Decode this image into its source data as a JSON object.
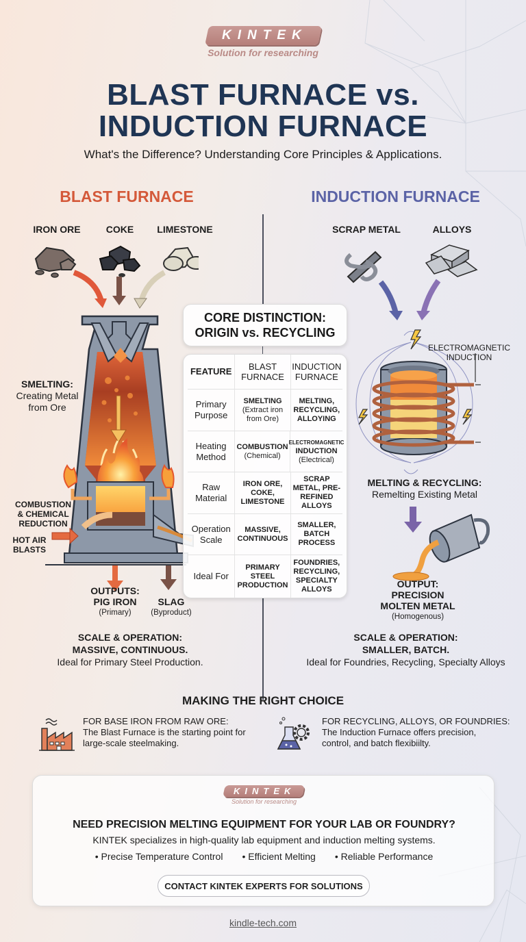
{
  "logo": {
    "brand": "KINTEK",
    "tagline": "Solution for researching"
  },
  "header": {
    "title_line1": "BLAST FURNACE vs.",
    "title_line2": "INDUCTION FURNACE",
    "subtitle": "What's the Difference? Understanding Core Principles & Applications."
  },
  "colors": {
    "title": "#1f3554",
    "blast_accent": "#d4593a",
    "induction_accent": "#5b63a6",
    "background_left": "#f9e7dc",
    "background_right": "#e6e8f1"
  },
  "blast": {
    "title": "BLAST FURNACE",
    "inputs": [
      "IRON ORE",
      "COKE",
      "LIMESTONE"
    ],
    "process_label": "SMELTING:",
    "process_desc_1": "Creating Metal",
    "process_desc_2": "from Ore",
    "combustion_1": "COMBUSTION",
    "combustion_2": "& CHEMICAL",
    "combustion_3": "REDUCTION",
    "hot_air_1": "HOT AIR",
    "hot_air_2": "BLASTS",
    "outputs_label": "OUTPUTS:",
    "output_primary": "PIG IRON",
    "output_primary_note": "(Primary)",
    "output_secondary": "SLAG",
    "output_secondary_note": "(Byproduct)",
    "scale_title": "SCALE & OPERATION:",
    "scale_value": "MASSIVE, CONTINUOUS.",
    "scale_note": "Ideal for Primary Steel Production."
  },
  "induction": {
    "title": "INDUCTION FURNACE",
    "inputs": [
      "SCRAP METAL",
      "ALLOYS"
    ],
    "em_label_1": "ELECTROMAGNETIC",
    "em_label_2": "INDUCTION",
    "process_label": "MELTING & RECYCLING:",
    "process_desc": "Remelting Existing Metal",
    "output_label": "OUTPUT:",
    "output_1": "PRECISION",
    "output_2": "MOLTEN METAL",
    "output_note": "(Homogenous)",
    "scale_title": "SCALE & OPERATION:",
    "scale_value": "SMALLER, BATCH.",
    "scale_note": "Ideal for Foundries, Recycling, Specialty Alloys"
  },
  "core": {
    "line1": "CORE DISTINCTION:",
    "line2": "ORIGIN vs. RECYCLING"
  },
  "table": {
    "headers": [
      "FEATURE",
      "BLAST FURNACE",
      "INDUCTION FURNACE"
    ],
    "rows": [
      {
        "feature": "Primary Purpose",
        "blast": "SMELTING",
        "blast_sub": "(Extract iron from Ore)",
        "induction": "MELTING, RECYCLING, ALLOYING",
        "induction_sub": ""
      },
      {
        "feature": "Heating Method",
        "blast": "COMBUSTION",
        "blast_sub": "(Chemical)",
        "induction_top": "ELECTROMAGNETIC",
        "induction": "INDUCTION",
        "induction_sub": "(Electrical)"
      },
      {
        "feature": "Raw Material",
        "blast": "IRON ORE, COKE, LIMESTONE",
        "blast_sub": "",
        "induction": "SCRAP METAL, PRE-REFINED ALLOYS",
        "induction_sub": ""
      },
      {
        "feature": "Operation Scale",
        "blast": "MASSIVE, CONTINUOUS",
        "blast_sub": "",
        "induction": "SMALLER, BATCH PROCESS",
        "induction_sub": ""
      },
      {
        "feature": "Ideal For",
        "blast": "PRIMARY STEEL PRODUCTION",
        "blast_sub": "",
        "induction": "FOUNDRIES, RECYCLING, SPECIALTY ALLOYS",
        "induction_sub": ""
      }
    ]
  },
  "choice": {
    "title": "MAKING THE RIGHT CHOICE",
    "left_icon": "factory-icon",
    "left_title": "FOR BASE IRON FROM RAW ORE:",
    "left_desc_1": "The Blast Furnace is the starting point for",
    "left_desc_2": "large-scale steelmaking.",
    "right_icon": "flask-gear-icon",
    "right_title": "FOR RECYCLING, ALLOYS, OR FOUNDRIES:",
    "right_desc_1": "The Induction Furnace offers precision,",
    "right_desc_2": "control, and batch flexibiilty."
  },
  "cta": {
    "brand": "KINTEK",
    "tagline": "Solution for researching",
    "title": "NEED PRECISION MELTING EQUIPMENT FOR YOUR LAB OR FOUNDRY?",
    "desc": "KINTEK specializes in high-quality lab equipment and induction melting systems.",
    "bullets": [
      "• Precise Temperature Control",
      "• Efficient Melting",
      "• Reliable Performance"
    ],
    "button": "CONTACT KINTEK EXPERTS FOR SOLUTIONS"
  },
  "footer": {
    "link": "kindle-tech.com"
  }
}
